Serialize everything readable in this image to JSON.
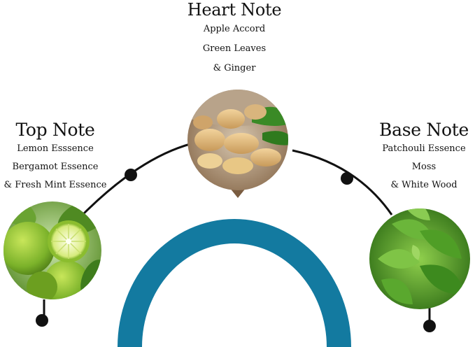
{
  "notes": {
    "top": {
      "title": "Top Note",
      "items": [
        "Lemon Esssence",
        "Bergamot Essence",
        "& Fresh Mint Essence"
      ]
    },
    "heart": {
      "title": "Heart Note",
      "items": [
        "Apple Accord",
        "Green Leaves",
        "& Ginger"
      ]
    },
    "base": {
      "title": "Base Note",
      "items": [
        "Patchouli Essence",
        "Moss",
        "& White Wood"
      ]
    }
  },
  "images": {
    "top": "bergamot-image",
    "heart": "ginger-image",
    "base": "mint-leaves-image"
  },
  "colors": {
    "arch": "#137aa0",
    "line": "#111111",
    "bergamot": "#8fc431",
    "leaf": "#3f9a22",
    "ginger": "#d8b27a"
  }
}
